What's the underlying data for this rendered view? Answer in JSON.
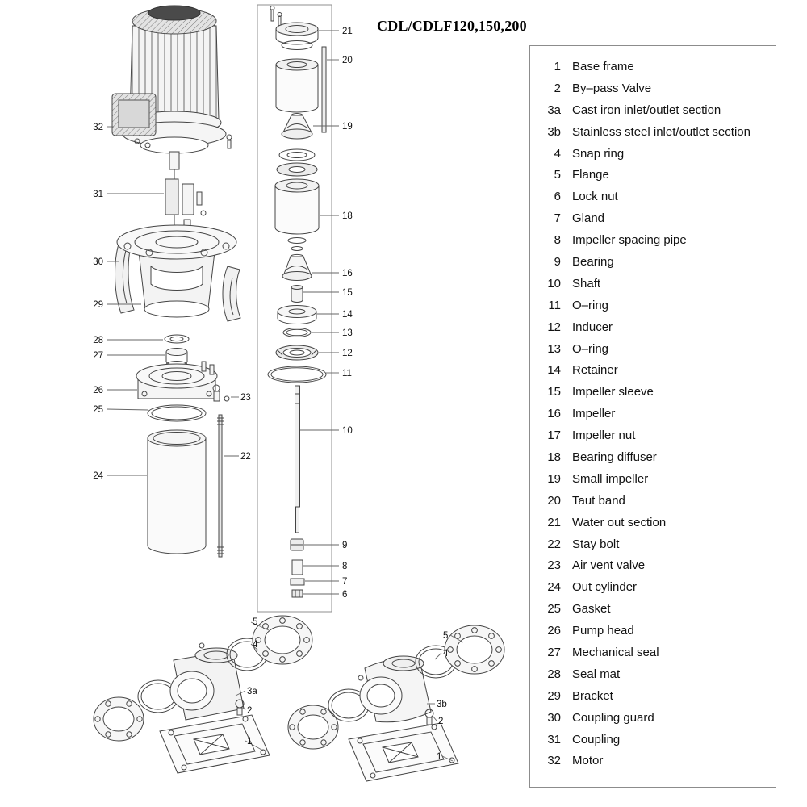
{
  "title": "CDL/CDLF120,150,200",
  "colors": {
    "background": "#ffffff",
    "line": "#444444",
    "text": "#111111",
    "panel_border": "#8c8c8c"
  },
  "parts_list": {
    "items": [
      {
        "num": "1",
        "label": "Base frame"
      },
      {
        "num": "2",
        "label": "By–pass Valve"
      },
      {
        "num": "3a",
        "label": "Cast iron inlet/outlet section"
      },
      {
        "num": "3b",
        "label": "Stainless steel inlet/outlet section"
      },
      {
        "num": "4",
        "label": "Snap ring"
      },
      {
        "num": "5",
        "label": "Flange"
      },
      {
        "num": "6",
        "label": "Lock nut"
      },
      {
        "num": "7",
        "label": "Gland"
      },
      {
        "num": "8",
        "label": "Impeller spacing pipe"
      },
      {
        "num": "9",
        "label": "Bearing"
      },
      {
        "num": "10",
        "label": "Shaft"
      },
      {
        "num": "11",
        "label": "O–ring"
      },
      {
        "num": "12",
        "label": "Inducer"
      },
      {
        "num": "13",
        "label": "O–ring"
      },
      {
        "num": "14",
        "label": "Retainer"
      },
      {
        "num": "15",
        "label": "Impeller sleeve"
      },
      {
        "num": "16",
        "label": "Impeller"
      },
      {
        "num": "17",
        "label": "Impeller nut"
      },
      {
        "num": "18",
        "label": "Bearing diffuser"
      },
      {
        "num": "19",
        "label": "Small impeller"
      },
      {
        "num": "20",
        "label": "Taut band"
      },
      {
        "num": "21",
        "label": "Water out section"
      },
      {
        "num": "22",
        "label": "Stay bolt"
      },
      {
        "num": "23",
        "label": "Air vent valve"
      },
      {
        "num": "24",
        "label": "Out cylinder"
      },
      {
        "num": "25",
        "label": "Gasket"
      },
      {
        "num": "26",
        "label": "Pump head"
      },
      {
        "num": "27",
        "label": "Mechanical seal"
      },
      {
        "num": "28",
        "label": "Seal mat"
      },
      {
        "num": "29",
        "label": "Bracket"
      },
      {
        "num": "30",
        "label": "Coupling guard"
      },
      {
        "num": "31",
        "label": "Coupling"
      },
      {
        "num": "32",
        "label": "Motor"
      }
    ]
  },
  "diagram": {
    "callouts": {
      "left": [
        "32",
        "31",
        "30",
        "29",
        "28",
        "27",
        "26",
        "25",
        "24"
      ],
      "inner": [
        "23",
        "22"
      ],
      "middle": [
        "21",
        "20",
        "19",
        "18",
        "16",
        "15",
        "14",
        "13",
        "12",
        "11",
        "10",
        "9",
        "8",
        "7",
        "6"
      ],
      "bottom_left": [
        "5",
        "4",
        "3a",
        "2",
        "1"
      ],
      "bottom_right": [
        "5",
        "4",
        "3b",
        "2",
        "1"
      ]
    }
  }
}
